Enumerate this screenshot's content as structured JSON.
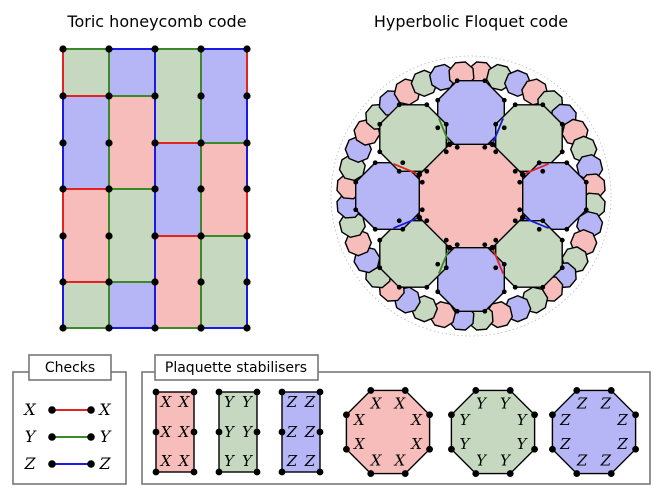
{
  "titles": {
    "left": "Toric honeycomb code",
    "right": "Hyperbolic Floquet code"
  },
  "colors": {
    "red_plaquette": "#f6bdbb",
    "green_plaquette": "#c6d8bf",
    "blue_plaquette": "#b6b5f6",
    "x_check": "#e52222",
    "y_check": "#3a8a2a",
    "z_check": "#1a1ae6",
    "vertex": "#000000"
  },
  "checks": {
    "title": "Checks",
    "rows": [
      {
        "left": "X",
        "right": "X",
        "color": "#e52222"
      },
      {
        "left": "Y",
        "right": "Y",
        "color": "#3a8a2a"
      },
      {
        "left": "Z",
        "right": "Z",
        "color": "#1a1ae6"
      }
    ]
  },
  "stabilisers": {
    "title": "Plaquette stabilisers",
    "rect_labels": [
      [
        "X",
        "X",
        "X",
        "X",
        "X",
        "X"
      ],
      [
        "Y",
        "Y",
        "Y",
        "Y",
        "Y",
        "Y"
      ],
      [
        "Z",
        "Z",
        "Z",
        "Z",
        "Z",
        "Z"
      ]
    ],
    "oct_labels": [
      [
        "X",
        "X",
        "X",
        "X",
        "X",
        "X",
        "X",
        "X"
      ],
      [
        "Y",
        "Y",
        "Y",
        "Y",
        "Y",
        "Y",
        "Y",
        "Y"
      ],
      [
        "Z",
        "Z",
        "Z",
        "Z",
        "Z",
        "Z",
        "Z",
        "Z"
      ]
    ]
  }
}
